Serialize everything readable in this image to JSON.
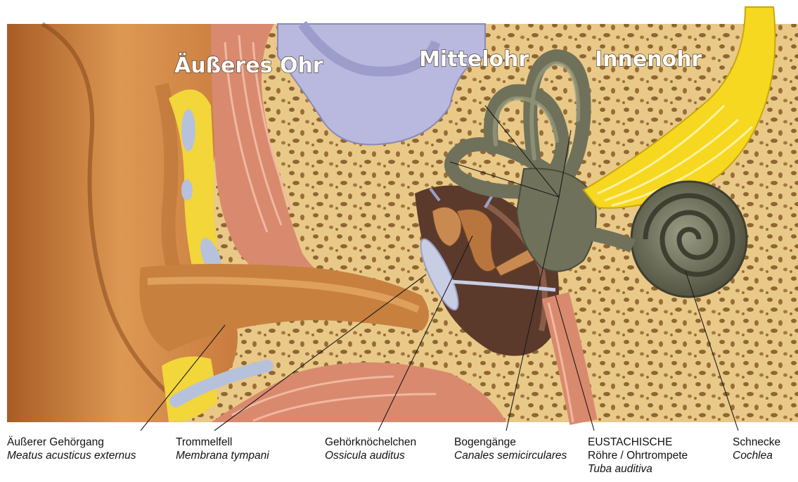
{
  "regions": {
    "outer": "Äußeres Ohr",
    "middle": "Mittelohr",
    "inner": "Innenohr"
  },
  "labels": [
    {
      "id": "gehoergang",
      "de": "Äußerer Gehörgang",
      "lat": "Meatus acusticus externus"
    },
    {
      "id": "trommelfell",
      "de": "Trommelfell",
      "lat": "Membrana tympani"
    },
    {
      "id": "gehoerknoechelchen",
      "de": "Gehörknöchelchen",
      "lat": "Ossicula auditus"
    },
    {
      "id": "bogengaenge",
      "de": "Bogengänge",
      "lat": "Canales semicirculares"
    },
    {
      "id": "eustachische",
      "de": "EUSTACHISCHE",
      "de2": "Röhre / Ohrtrompete",
      "lat": "Tuba auditiva"
    },
    {
      "id": "schnecke",
      "de": "Schnecke",
      "lat": "Cochlea"
    }
  ],
  "colors": {
    "bone": "#e9c988",
    "skin": "#d7904a",
    "cartilage": "#f2d63a",
    "muscle": "#d98a6e",
    "brain": "#b9b9df",
    "labyrinth": "#6f715a",
    "nerve": "#f7d820",
    "background": "#3e4f78"
  }
}
